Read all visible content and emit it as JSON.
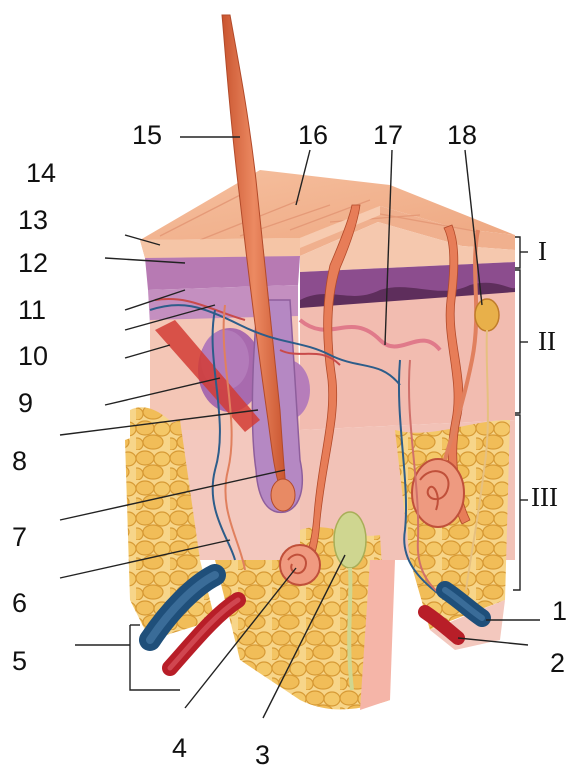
{
  "labels": {
    "n1": "1",
    "n2": "2",
    "n3": "3",
    "n4": "4",
    "n5": "5",
    "n6": "6",
    "n7": "7",
    "n8": "8",
    "n9": "9",
    "n10": "10",
    "n11": "11",
    "n12": "12",
    "n13": "13",
    "n14": "14",
    "n15": "15",
    "n16": "16",
    "n17": "17",
    "n18": "18"
  },
  "layers": {
    "I": "I",
    "II": "II",
    "III": "III"
  },
  "colors": {
    "epidermis": "#f3b596",
    "papillary": "#9a5a9a",
    "dermis": "#f4c3b3",
    "fat": "#f2c76a",
    "hair": "#e1734e",
    "artery": "#c8202a",
    "vein": "#1f4f7a",
    "nerve": "#d8cf7a"
  }
}
